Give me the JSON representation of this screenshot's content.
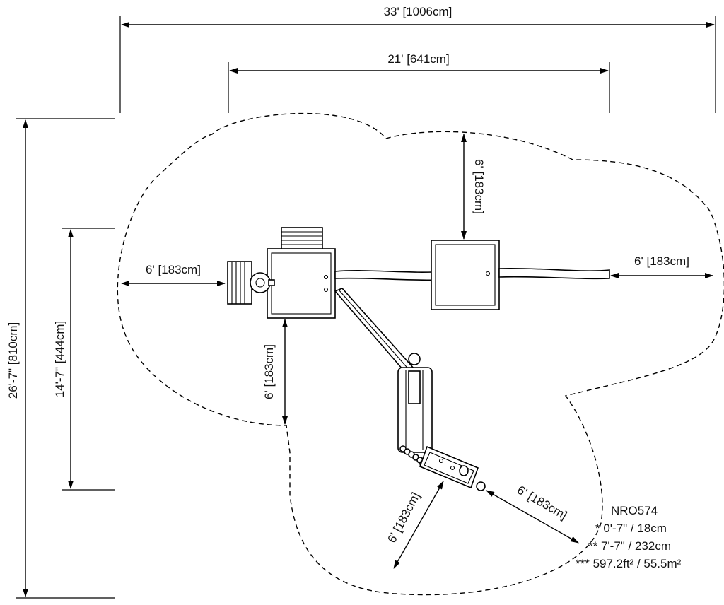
{
  "dimensions": {
    "overall_width": "33' [1006cm]",
    "inner_width": "21' [641cm]",
    "overall_height": "26'-7\" [810cm]",
    "inner_height": "14'-7\" [444cm]",
    "clearance_top": "6' [183cm]",
    "clearance_left": "6' [183cm]",
    "clearance_right": "6' [183cm]",
    "clearance_below_deck": "6' [183cm]",
    "clearance_lower_left": "6' [183cm]",
    "clearance_lower_right": "6' [183cm]"
  },
  "specs": {
    "model": "NRO574",
    "line1": "* 0'-7\" / 18cm",
    "line2": "** 7'-7\" / 232cm",
    "line3": "*** 597.2ft² / 55.5m²"
  }
}
